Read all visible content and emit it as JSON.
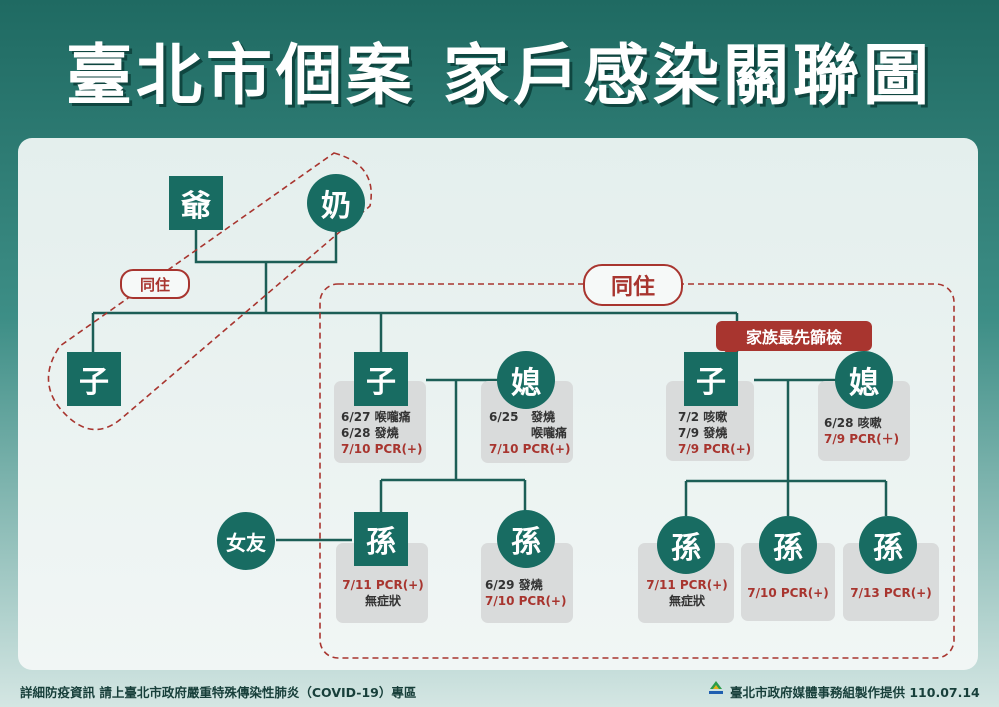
{
  "title": "臺北市個案 家戶感染關聯圖",
  "colors": {
    "node": "#186c62",
    "pcr": "#a8352f",
    "card": "#d9dbdb"
  },
  "labels": {
    "cohabit_small": "同住",
    "cohabit_big": "同住",
    "first_screen": "家族最先篩檢"
  },
  "nodes": {
    "grandpa": "爺",
    "grandma": "奶",
    "son1": "子",
    "son2": "子",
    "wife2": "媳",
    "son3": "子",
    "wife3": "媳",
    "gf": "女友",
    "gc2a": "孫",
    "gc2b": "孫",
    "gc3a": "孫",
    "gc3b": "孫",
    "gc3c": "孫"
  },
  "info": {
    "son2": {
      "l1": "6/27 喉嚨痛",
      "l2": "6/28 發燒",
      "pcr": "7/10 PCR(+)"
    },
    "wife2": {
      "d": "6/25",
      "s1": "發燒",
      "s2": "喉嚨痛",
      "pcr": "7/10 PCR(+)"
    },
    "son3": {
      "l1": "7/2 咳嗽",
      "l2": "7/9 發燒",
      "pcr": "7/9 PCR(+)"
    },
    "wife3": {
      "l1": "6/28 咳嗽",
      "pcr": "7/9 PCR(＋)"
    },
    "gc2a": {
      "pcr": "7/11 PCR(+)",
      "l2": "無症狀"
    },
    "gc2b": {
      "l1": "6/29 發燒",
      "pcr": "7/10 PCR(+)"
    },
    "gc3a": {
      "pcr": "7/11 PCR(+)",
      "l2": "無症狀"
    },
    "gc3b": {
      "pcr": "7/10 PCR(+)"
    },
    "gc3c": {
      "pcr": "7/13 PCR(+)"
    }
  },
  "footer": {
    "left": "詳細防疫資訊 請上臺北市政府嚴重特殊傳染性肺炎（COVID-19）專區",
    "right": "臺北市政府媒體事務組製作提供 110.07.14"
  }
}
